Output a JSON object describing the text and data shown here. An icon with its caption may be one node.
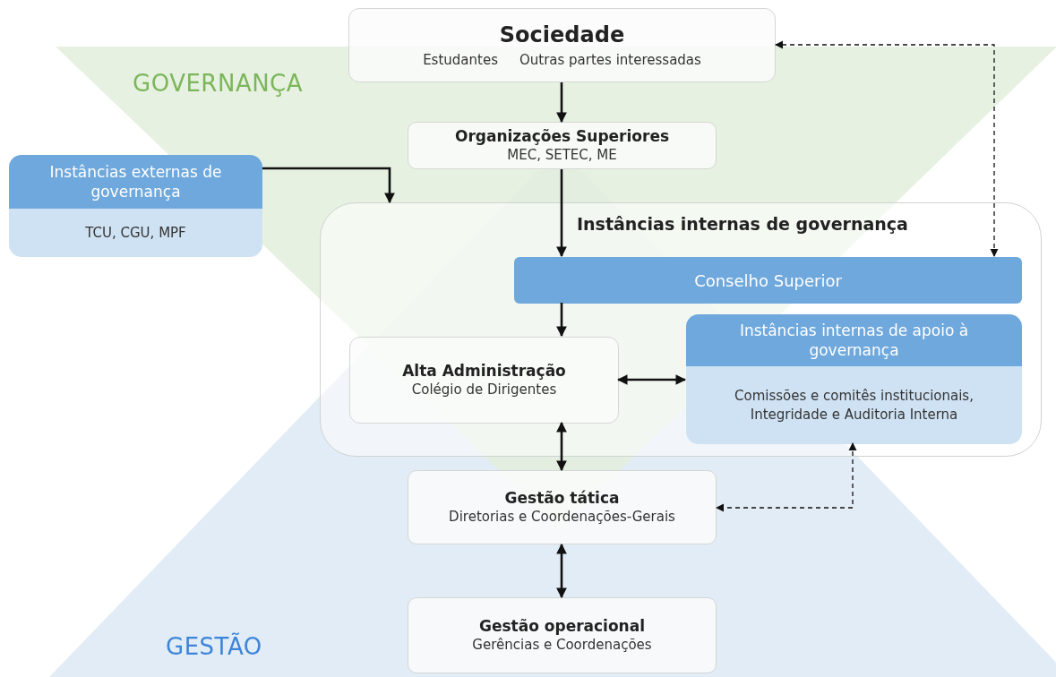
{
  "diagram": {
    "nodes": [
      {
        "text": [
          "Sociedade",
          "Estudantes",
          "Outras partes interessadas"
        ]
      },
      {
        "text": [
          "Organizações Superiores",
          "MEC, SETEC, ME"
        ]
      },
      {
        "text": [
          "Instâncias externas de governança",
          "TCU, CGU, MPF"
        ]
      },
      {
        "text": [
          "Instâncias internas de governança"
        ]
      },
      {
        "text": [
          "Conselho Superior"
        ],
        "in": 3
      },
      {
        "text": [
          "Alta Administração",
          "Colégio de Dirigentes"
        ],
        "in": 3
      },
      {
        "text": [
          "Instâncias internas de apoio à governança",
          "Comissões e comitês institucionais, Integridade e Auditoria Interna"
        ],
        "in": 3
      },
      {
        "text": [
          "Gestão tática",
          "Diretorias e Coordenações-Gerais"
        ]
      },
      {
        "text": [
          "Gestão operacional",
          "Gerências e Coordenações"
        ]
      }
    ],
    "edges": [
      {
        "from": 0,
        "to": 1,
        "arrow": "to"
      },
      {
        "from": 1,
        "to": 4,
        "arrow": "to"
      },
      {
        "from": 2,
        "to": 3,
        "arrow": "to"
      },
      {
        "from": 4,
        "to": 0,
        "arrow": "both",
        "style": "dashed"
      },
      {
        "from": 4,
        "to": 5,
        "arrow": "to"
      },
      {
        "from": 5,
        "to": 6,
        "arrow": "both"
      },
      {
        "from": 5,
        "to": 7,
        "arrow": "both"
      },
      {
        "from": 6,
        "to": 7,
        "arrow": "both",
        "style": "dashed"
      },
      {
        "from": 7,
        "to": 8,
        "arrow": "both"
      }
    ],
    "labels": [
      "GOVERNANÇA",
      "GESTÃO"
    ]
  }
}
